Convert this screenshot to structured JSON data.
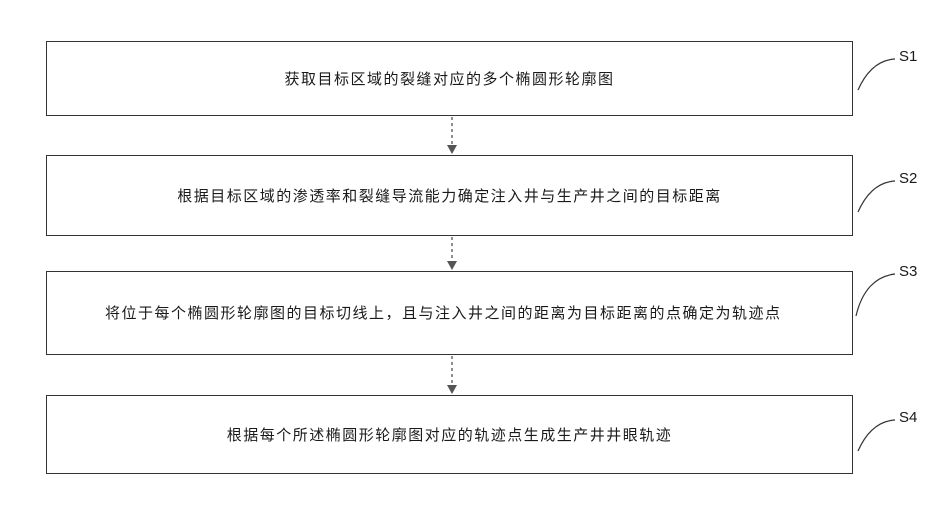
{
  "steps": [
    {
      "id": "S1",
      "text": "获取目标区域的裂缝对应的多个椭圆形轮廓图"
    },
    {
      "id": "S2",
      "text": "根据目标区域的渗透率和裂缝导流能力确定注入井与生产井之间的目标距离"
    },
    {
      "id": "S3",
      "text": "将位于每个椭圆形轮廓图的目标切线上，且与注入井之间的距离为目标距离的点确定为轨迹点"
    },
    {
      "id": "S4",
      "text": "根据每个所述椭圆形轮廓图对应的轨迹点生成生产井井眼轨迹"
    }
  ]
}
